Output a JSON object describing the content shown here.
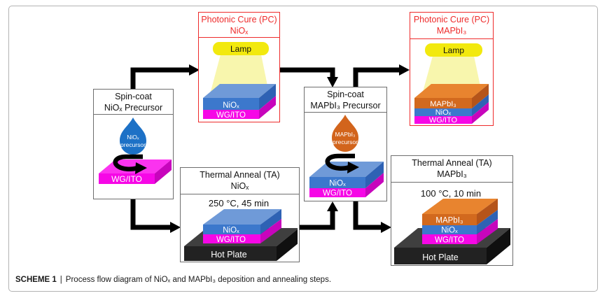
{
  "boxes": {
    "sc_niox": {
      "title1": "Spin-coat",
      "title2": "NiOₓ Precursor",
      "droplet1": "NiOₓ",
      "droplet2": "precursor",
      "layer_wgito": "WG/ITO"
    },
    "pc_niox": {
      "title1": "Photonic Cure (PC)",
      "title2": "NiOₓ",
      "lamp": "Lamp",
      "layer_niox": "NiOₓ",
      "layer_wgito": "WG/ITO"
    },
    "ta_niox": {
      "title1": "Thermal Anneal (TA)",
      "title2": "NiOₓ",
      "condition": "250 °C, 45 min",
      "layer_niox": "NiOₓ",
      "layer_wgito": "WG/ITO",
      "hot_plate": "Hot Plate"
    },
    "sc_mapbi3": {
      "title1": "Spin-coat",
      "title2": "MAPbI₃ Precursor",
      "droplet1": "MAPbI₃",
      "droplet2": "precursor",
      "layer_niox": "NiOₓ",
      "layer_wgito": "WG/ITO"
    },
    "pc_mapbi3": {
      "title1": "Photonic Cure (PC)",
      "title2": "MAPbI₃",
      "lamp": "Lamp",
      "layer_mapbi3": "MAPbI₃",
      "layer_niox": "NiOₓ",
      "layer_wgito": "WG/ITO"
    },
    "ta_mapbi3": {
      "title1": "Thermal Anneal (TA)",
      "title2": "MAPbI₃",
      "condition": "100 °C, 10 min",
      "layer_mapbi3": "MAPbI₃",
      "layer_niox": "NiOₓ",
      "layer_wgito": "WG/ITO",
      "hot_plate": "Hot Plate"
    }
  },
  "caption": {
    "label": "SCHEME 1",
    "separator": "|",
    "text": "Process flow diagram of NiOₓ and MAPbI₃ deposition and annealing steps."
  },
  "colors": {
    "accent_red": "#ee2b2b",
    "niox_blue_front": "#3c78cc",
    "niox_blue_top": "#6f9ad8",
    "wgito_magenta": "#f607e6",
    "mapbi3_orange_front": "#d2691e",
    "mapbi3_orange_top": "#e8842f",
    "lamp_yellow": "#f2e90e",
    "beam_yellow": "#f8f6ad",
    "hot_plate_black": "#222222",
    "arrow_black": "#000000",
    "droplet_blue": "#1d71c6",
    "droplet_orange": "#d2641c"
  }
}
